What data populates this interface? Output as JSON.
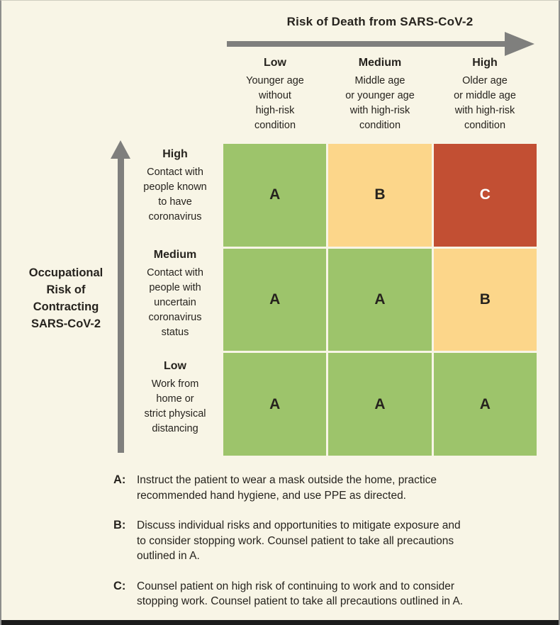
{
  "figure": {
    "x_axis": {
      "title": "Risk of Death from SARS-CoV-2",
      "levels": [
        {
          "label": "Low",
          "description": "Younger age\nwithout\nhigh-risk\ncondition"
        },
        {
          "label": "Medium",
          "description": "Middle age\nor younger age\nwith high-risk\ncondition"
        },
        {
          "label": "High",
          "description": "Older age\nor middle age\nwith high-risk\ncondition"
        }
      ]
    },
    "y_axis": {
      "title": "Occupational\nRisk of\nContracting\nSARS-CoV-2",
      "levels": [
        {
          "label": "High",
          "description": "Contact with\npeople known\nto have\ncoronavirus"
        },
        {
          "label": "Medium",
          "description": "Contact with\npeople with\nuncertain\ncoronavirus\nstatus"
        },
        {
          "label": "Low",
          "description": "Work from\nhome or\nstrict physical\ndistancing"
        }
      ]
    },
    "matrix": {
      "cells": [
        {
          "row": "High",
          "col": "Low",
          "label": "A",
          "bg": "#9dc46b",
          "fg": "#26231e"
        },
        {
          "row": "High",
          "col": "Medium",
          "label": "B",
          "bg": "#fcd68a",
          "fg": "#26231e"
        },
        {
          "row": "High",
          "col": "High",
          "label": "C",
          "bg": "#c24f33",
          "fg": "#ffffff"
        },
        {
          "row": "Medium",
          "col": "Low",
          "label": "A",
          "bg": "#9dc46b",
          "fg": "#26231e"
        },
        {
          "row": "Medium",
          "col": "Medium",
          "label": "A",
          "bg": "#9dc46b",
          "fg": "#26231e"
        },
        {
          "row": "Medium",
          "col": "High",
          "label": "B",
          "bg": "#fcd68a",
          "fg": "#26231e"
        },
        {
          "row": "Low",
          "col": "Low",
          "label": "A",
          "bg": "#9dc46b",
          "fg": "#26231e"
        },
        {
          "row": "Low",
          "col": "Medium",
          "label": "A",
          "bg": "#9dc46b",
          "fg": "#26231e"
        },
        {
          "row": "Low",
          "col": "High",
          "label": "A",
          "bg": "#9dc46b",
          "fg": "#26231e"
        }
      ]
    },
    "footnotes": [
      {
        "key": "A:",
        "text": "Instruct the patient to wear a mask outside the home, practice\nrecommended hand hygiene, and use PPE as directed."
      },
      {
        "key": "B:",
        "text": "Discuss individual risks and opportunities to mitigate exposure and\nto consider stopping work. Counsel patient to take all precautions\noutlined in A."
      },
      {
        "key": "C:",
        "text": "Counsel patient on high risk of continuing to work and to consider\nstopping work. Counsel patient to take all precautions outlined in A."
      }
    ],
    "colors": {
      "background": "#f8f5e6",
      "green": "#9dc46b",
      "yellow": "#fcd68a",
      "red": "#c24f33",
      "arrow_gray": "#7f7f7d",
      "text": "#26231e",
      "bottom_bar": "#1c1c1c"
    }
  },
  "chart_data": {
    "type": "heatmap",
    "title": "Risk of Death from SARS-CoV-2 vs Occupational Risk of Contracting SARS-CoV-2",
    "x_categories": [
      "Low",
      "Medium",
      "High"
    ],
    "y_categories": [
      "High",
      "Medium",
      "Low"
    ],
    "values": [
      [
        "A",
        "B",
        "C"
      ],
      [
        "A",
        "A",
        "B"
      ],
      [
        "A",
        "A",
        "A"
      ]
    ]
  }
}
